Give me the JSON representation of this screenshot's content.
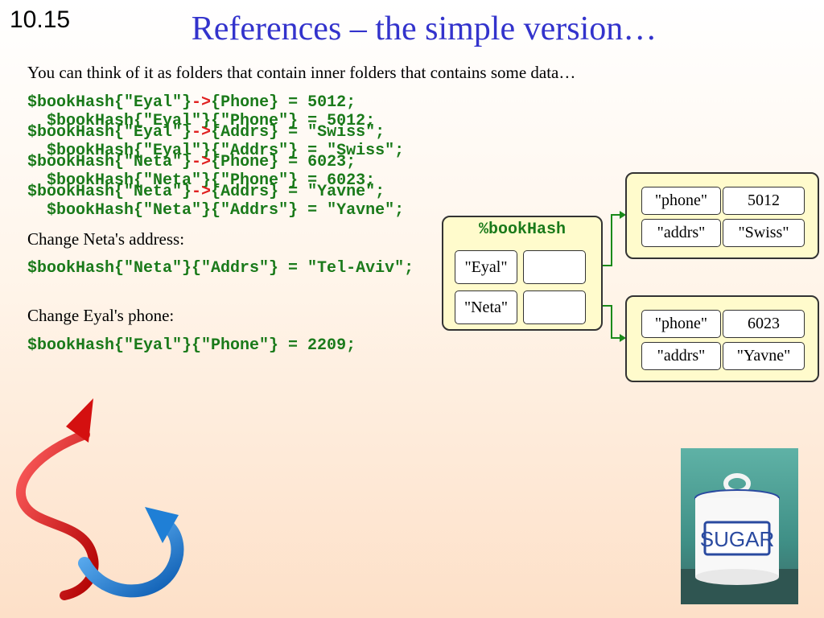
{
  "slide": {
    "number": "10.15",
    "title": "References – the simple version…",
    "intro": "You can think of it as folders that contain inner folders that contains some data…"
  },
  "code_lines": [
    {
      "base": "$bookHash{\"Eyal\"}{\"Phone\"} = 5012;",
      "overlay": "$bookHash{\"Eyal\"}->{Phone} = 5012;"
    },
    {
      "base": "$bookHash{\"Eyal\"}{\"Addrs\"} = \"Swiss\";",
      "overlay": "$bookHash{\"Eyal\"}->{Addrs} = \"Swiss\";"
    },
    {
      "base": "$bookHash{\"Neta\"}{\"Phone\"} = 6023;",
      "overlay": "$bookHash{\"Neta\"}->{Phone} = 6023;"
    },
    {
      "base": "$bookHash{\"Neta\"}{\"Addrs\"} = \"Yavne\";",
      "overlay": "$bookHash{\"Neta\"}->{Addrs} = \"Yavne\";"
    }
  ],
  "change_neta": {
    "label": "Change Neta's address:",
    "code": "$bookHash{\"Neta\"}{\"Addrs\"} = \"Tel-Aviv\";"
  },
  "change_eyal": {
    "label": "Change Eyal's phone:",
    "code": "$bookHash{\"Eyal\"}{\"Phone\"} = 2209;"
  },
  "diagram": {
    "hash_name": "%bookHash",
    "keys": [
      "\"Eyal\"",
      "\"Neta\""
    ],
    "eyal": {
      "phone_key": "\"phone\"",
      "phone_val": "5012",
      "addrs_key": "\"addrs\"",
      "addrs_val": "\"Swiss\""
    },
    "neta": {
      "phone_key": "\"phone\"",
      "phone_val": "6023",
      "addrs_key": "\"addrs\"",
      "addrs_val": "\"Yavne\""
    }
  },
  "photo": {
    "jar_label": "SUGAR"
  },
  "colors": {
    "title": "#3333cc",
    "code": "#1a7a1a",
    "panel": "#fffbcc",
    "arrow_red": "#e02020"
  }
}
